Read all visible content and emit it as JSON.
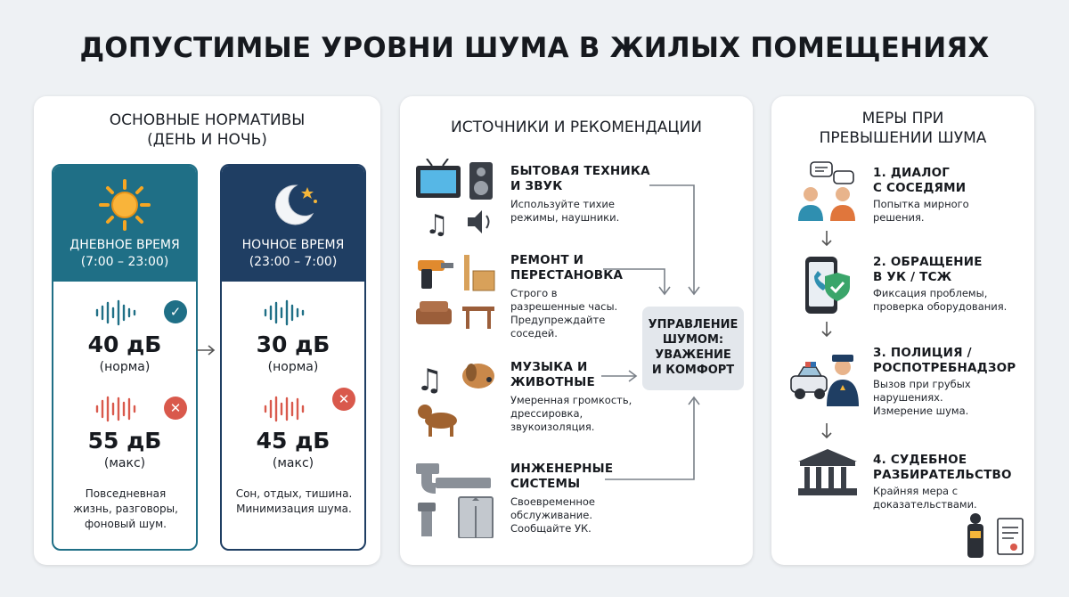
{
  "title": "ДОПУСТИМЫЕ УРОВНИ ШУМА В ЖИЛЫХ ПОМЕЩЕНИЯХ",
  "colors": {
    "day": "#1f6f86",
    "night": "#1f3e63",
    "ok": "#1f6f86",
    "bad": "#d9594c"
  },
  "norms": {
    "title_line1": "ОСНОВНЫЕ НОРМАТИВЫ",
    "title_line2": "(ДЕНЬ И НОЧЬ)",
    "day": {
      "icon": "sun-icon",
      "name_line1": "ДНЕВНОЕ ВРЕМЯ",
      "name_line2": "(7:00 – 23:00)",
      "norm_value": "40 дБ",
      "norm_label": "(норма)",
      "max_value": "55 дБ",
      "max_label": "(макс)",
      "desc_line1": "Повседневная",
      "desc_line2": "жизнь, разговоры,",
      "desc_line3": "фоновый шум."
    },
    "night": {
      "icon": "moon-icon",
      "name_line1": "НОЧНОЕ ВРЕМЯ",
      "name_line2": "(23:00 – 7:00)",
      "norm_value": "30 дБ",
      "norm_label": "(норма)",
      "max_value": "45 дБ",
      "max_label": "(макс)",
      "desc_line1": "Сон, отдых, тишина.",
      "desc_line2": "Минимизация шума."
    }
  },
  "sources": {
    "title": "ИСТОЧНИКИ И РЕКОМЕНДАЦИИ",
    "items": [
      {
        "title_line1": "БЫТОВАЯ ТЕХНИКА",
        "title_line2": "И ЗВУК",
        "desc_line1": "Используйте тихие",
        "desc_line2": "режимы, наушники.",
        "desc_line3": "",
        "desc_line4": ""
      },
      {
        "title_line1": "РЕМОНТ И",
        "title_line2": "ПЕРЕСТАНОВКА",
        "desc_line1": "Строго в",
        "desc_line2": "разрешенные часы.",
        "desc_line3": "Предупреждайте",
        "desc_line4": "соседей."
      },
      {
        "title_line1": "МУЗЫКА И",
        "title_line2": "ЖИВОТНЫЕ",
        "desc_line1": "Умеренная громкость,",
        "desc_line2": "дрессировка,",
        "desc_line3": "звукоизоляция.",
        "desc_line4": ""
      },
      {
        "title_line1": "ИНЖЕНЕРНЫЕ",
        "title_line2": "СИСТЕМЫ",
        "desc_line1": "Своевременное",
        "desc_line2": "обслуживание.",
        "desc_line3": "Сообщайте УК.",
        "desc_line4": ""
      }
    ],
    "center_line1": "УПРАВЛЕНИЕ",
    "center_line2": "ШУМОМ:",
    "center_line3": "УВАЖЕНИЕ",
    "center_line4": "И КОМФОРТ"
  },
  "measures": {
    "title_line1": "МЕРЫ ПРИ",
    "title_line2": "ПРЕВЫШЕНИИ ШУМА",
    "items": [
      {
        "title_line1": "1. ДИАЛОГ",
        "title_line2": "С СОСЕДЯМИ",
        "desc_line1": "Попытка мирного",
        "desc_line2": "решения."
      },
      {
        "title_line1": "2. ОБРАЩЕНИЕ",
        "title_line2": "В УК / ТСЖ",
        "desc_line1": "Фиксация проблемы,",
        "desc_line2": "проверка оборудования."
      },
      {
        "title_line1": "3. ПОЛИЦИЯ /",
        "title_line2": "РОСПОТРЕБНАДЗОР",
        "desc_line1": "Вызов при грубых",
        "desc_line2": "нарушениях.",
        "desc_line3": "Измерение шума."
      },
      {
        "title_line1": "4. СУДЕБНОЕ",
        "title_line2": "РАЗБИРАТЕЛЬСТВО",
        "desc_line1": "Крайняя мера с",
        "desc_line2": "доказательствами."
      }
    ]
  }
}
